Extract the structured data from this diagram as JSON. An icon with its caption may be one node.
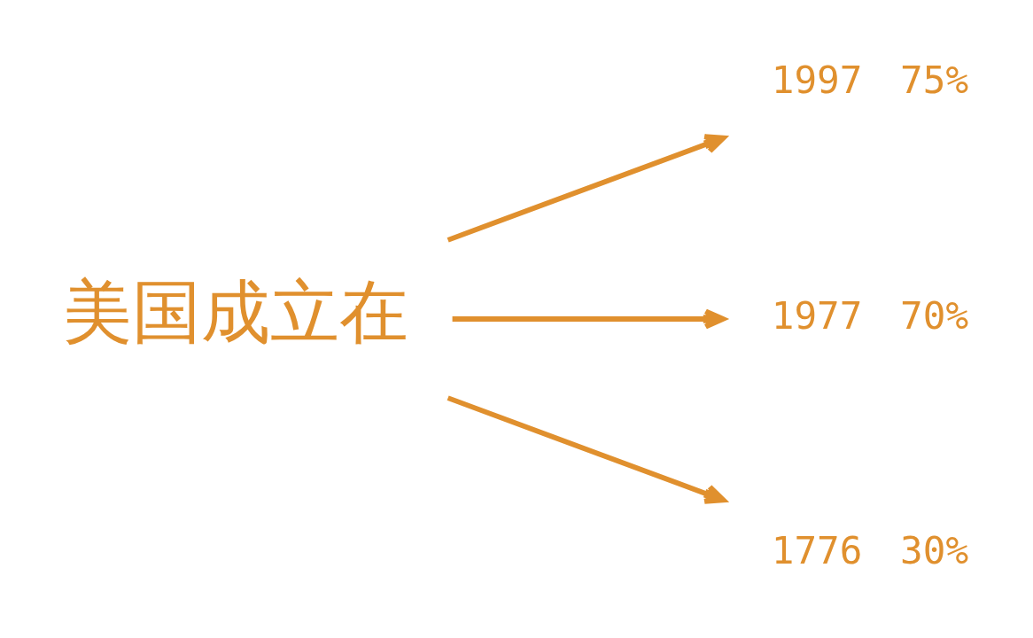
{
  "diagram": {
    "nodes": [
      {
        "text": [
          "美国成立在"
        ]
      },
      {
        "text": [
          "1997"
        ],
        "beside": [
          "75%"
        ]
      },
      {
        "text": [
          "1977"
        ],
        "beside": [
          "70%"
        ]
      },
      {
        "text": [
          "1776"
        ],
        "beside": [
          "30%"
        ]
      }
    ],
    "edges": [
      {
        "from": 0,
        "to": 1,
        "arrow": "to"
      },
      {
        "from": 0,
        "to": 2,
        "arrow": "to"
      },
      {
        "from": 0,
        "to": 3,
        "arrow": "to"
      }
    ]
  }
}
